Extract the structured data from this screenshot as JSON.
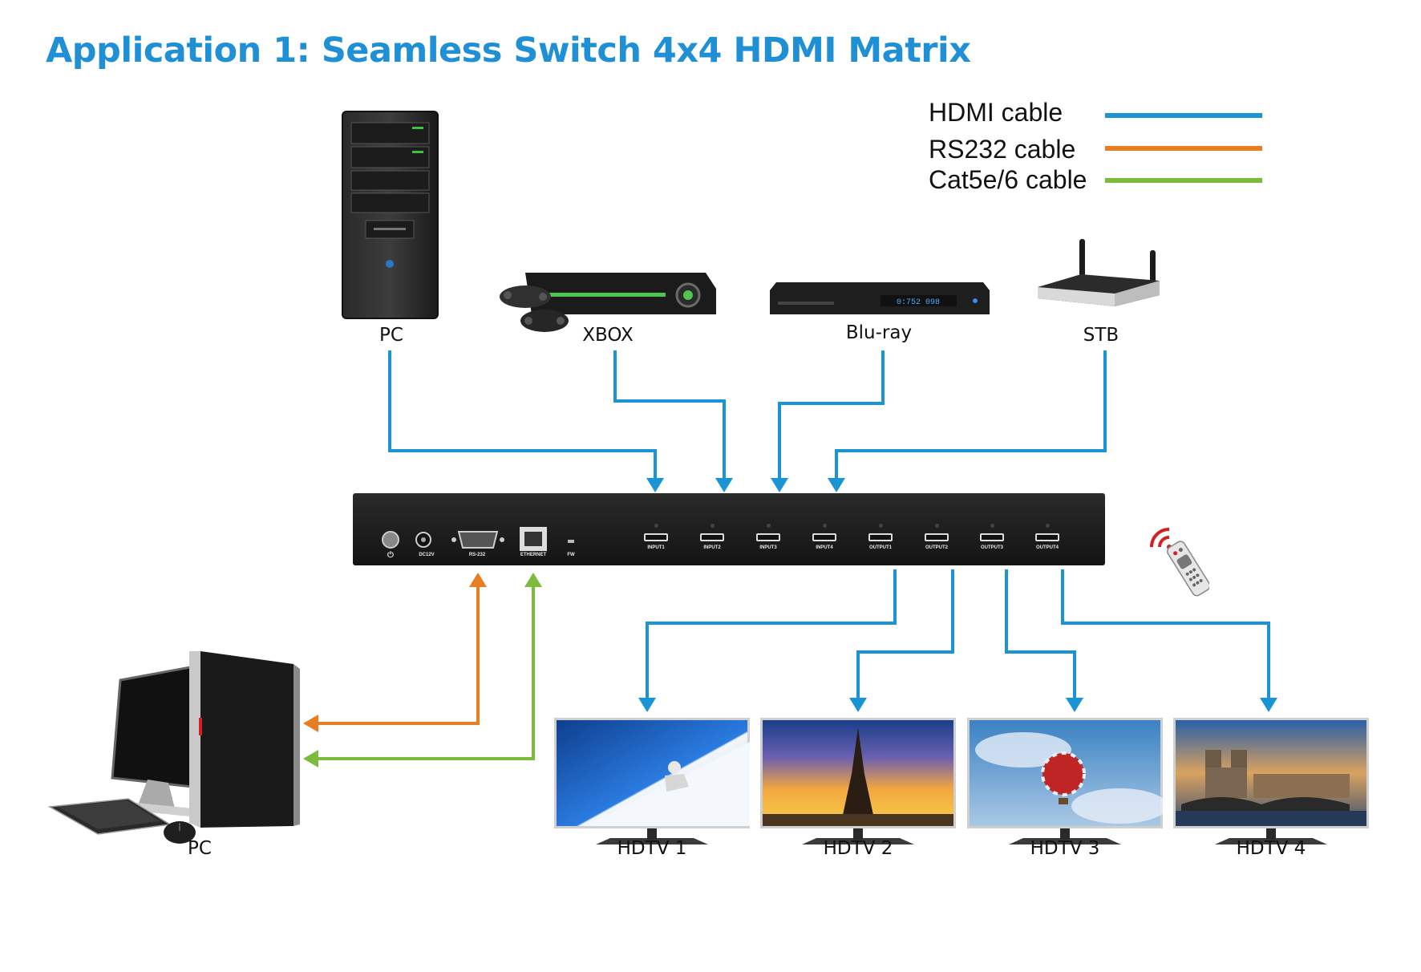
{
  "title": "Application 1: Seamless Switch 4x4 HDMI Matrix",
  "legend": [
    {
      "label": "HDMI cable",
      "color": "#1a94d4"
    },
    {
      "label": "RS232 cable",
      "color": "#e87d24"
    },
    {
      "label": "Cat5e/6 cable",
      "color": "#7dbb3c"
    }
  ],
  "sources": {
    "pc": "PC",
    "xbox": "XBOX",
    "bluray": "Blu-ray",
    "stb": "STB"
  },
  "control_pc": "PC",
  "displays": [
    "HDTV 1",
    "HDTV 2",
    "HDTV 3",
    "HDTV 4"
  ],
  "matrix_ports": {
    "power": "⏻",
    "dc": "DC12V",
    "rs232": "RS-232",
    "ethernet": "ETHERNET",
    "fw": "FW",
    "inputs": [
      "INPUT1",
      "INPUT2",
      "INPUT3",
      "INPUT4"
    ],
    "outputs": [
      "OUTPUT1",
      "OUTPUT2",
      "OUTPUT3",
      "OUTPUT4"
    ]
  },
  "bluray_display": "0:752   098",
  "colors": {
    "hdmi": "#1a94d4",
    "rs232": "#e87d24",
    "cat": "#7dbb3c",
    "title": "#1f8fd6"
  }
}
